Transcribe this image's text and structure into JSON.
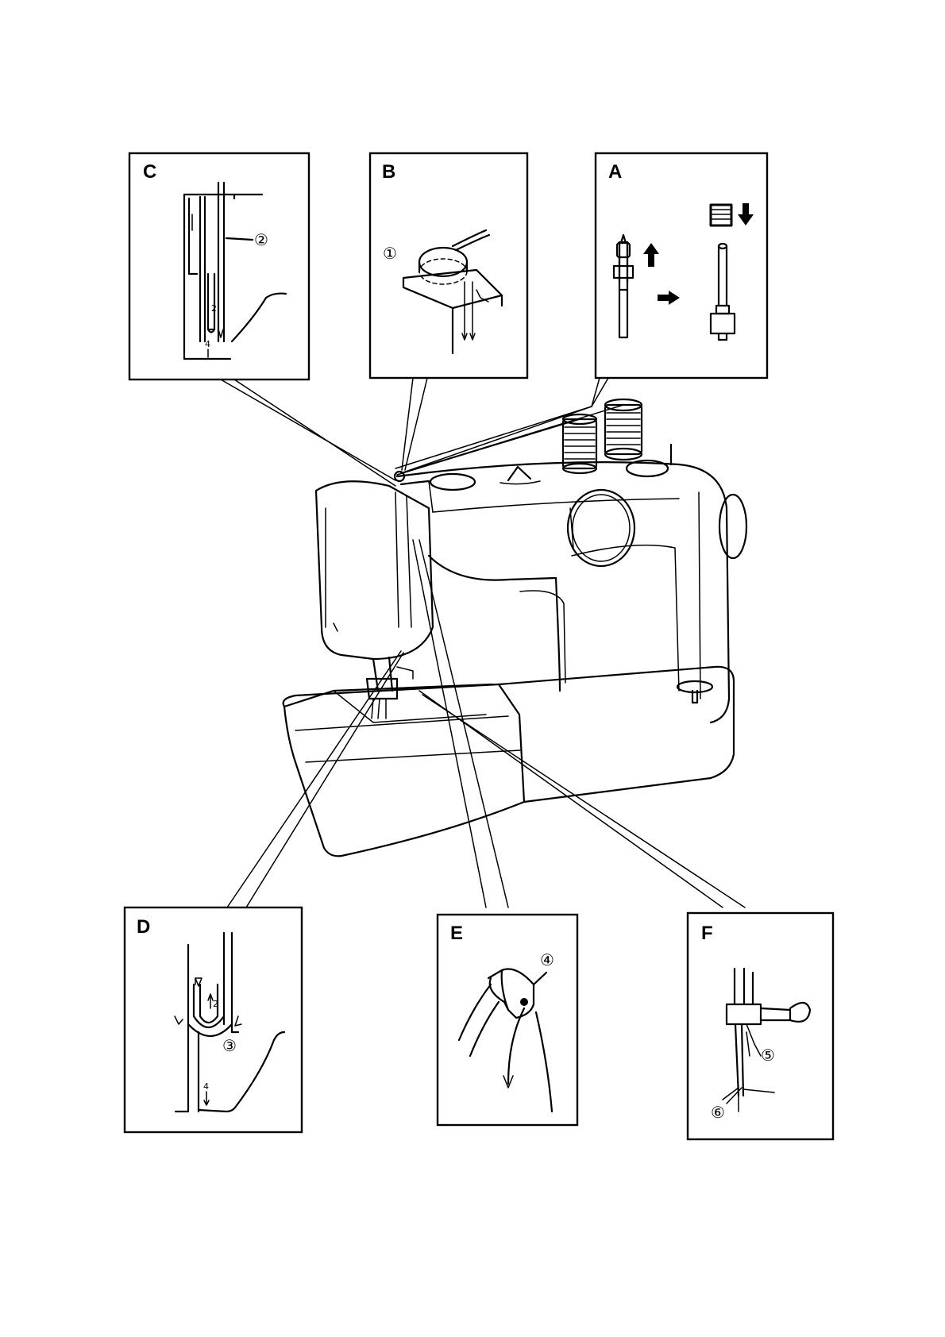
{
  "panels": {
    "A": {
      "letter": "A"
    },
    "B": {
      "letter": "B",
      "callout": "①"
    },
    "C": {
      "letter": "C",
      "callout": "②",
      "steps": [
        "2",
        "4"
      ]
    },
    "D": {
      "letter": "D",
      "callout": "③",
      "steps": [
        "2",
        "4"
      ]
    },
    "E": {
      "letter": "E",
      "callout": "④"
    },
    "F": {
      "letter": "F",
      "callouts": [
        "⑤",
        "⑥"
      ]
    }
  },
  "icons": {
    "arrow_up": "arrow-up-icon",
    "arrow_down": "arrow-down-icon",
    "arrow_right": "arrow-right-icon",
    "spool": "thread-spool-icon"
  }
}
